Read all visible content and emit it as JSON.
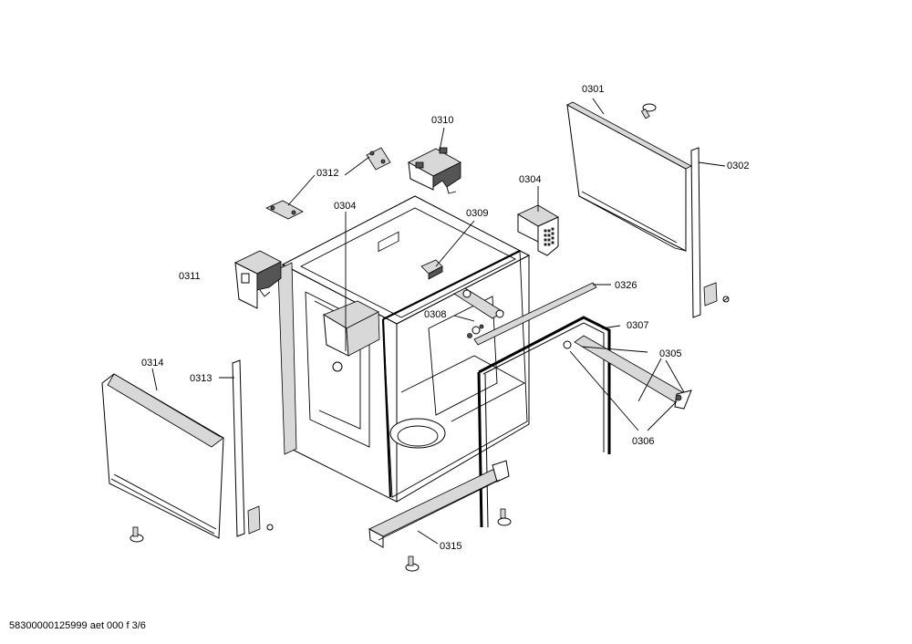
{
  "labels": {
    "p0301": "0301",
    "p0302": "0302",
    "p0304a": "0304",
    "p0304b": "0304",
    "p0305": "0305",
    "p0306": "0306",
    "p0307": "0307",
    "p0308": "0308",
    "p0309": "0309",
    "p0310": "0310",
    "p0311": "0311",
    "p0312": "0312",
    "p0313": "0313",
    "p0314": "0314",
    "p0315": "0315",
    "p0326": "0326"
  },
  "footer": "58300000125999 aet 000 f 3/6"
}
